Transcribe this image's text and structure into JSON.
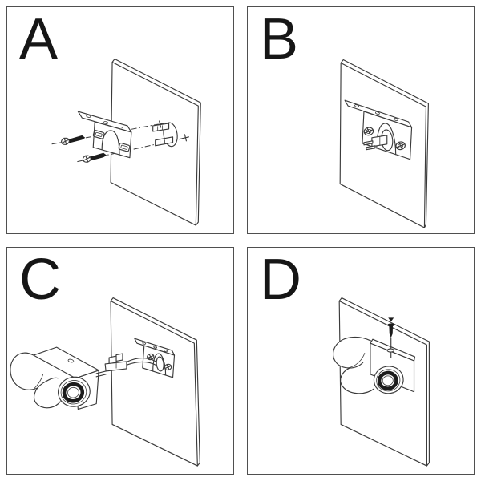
{
  "figure": {
    "panels": [
      {
        "label": "A"
      },
      {
        "label": "B"
      },
      {
        "label": "C"
      },
      {
        "label": "D"
      }
    ]
  },
  "colors": {
    "line": "#3a3a3a",
    "dark": "#1c1c1c",
    "label": "#161616",
    "panel_border": "#4f4f4f",
    "background": "#ffffff"
  }
}
